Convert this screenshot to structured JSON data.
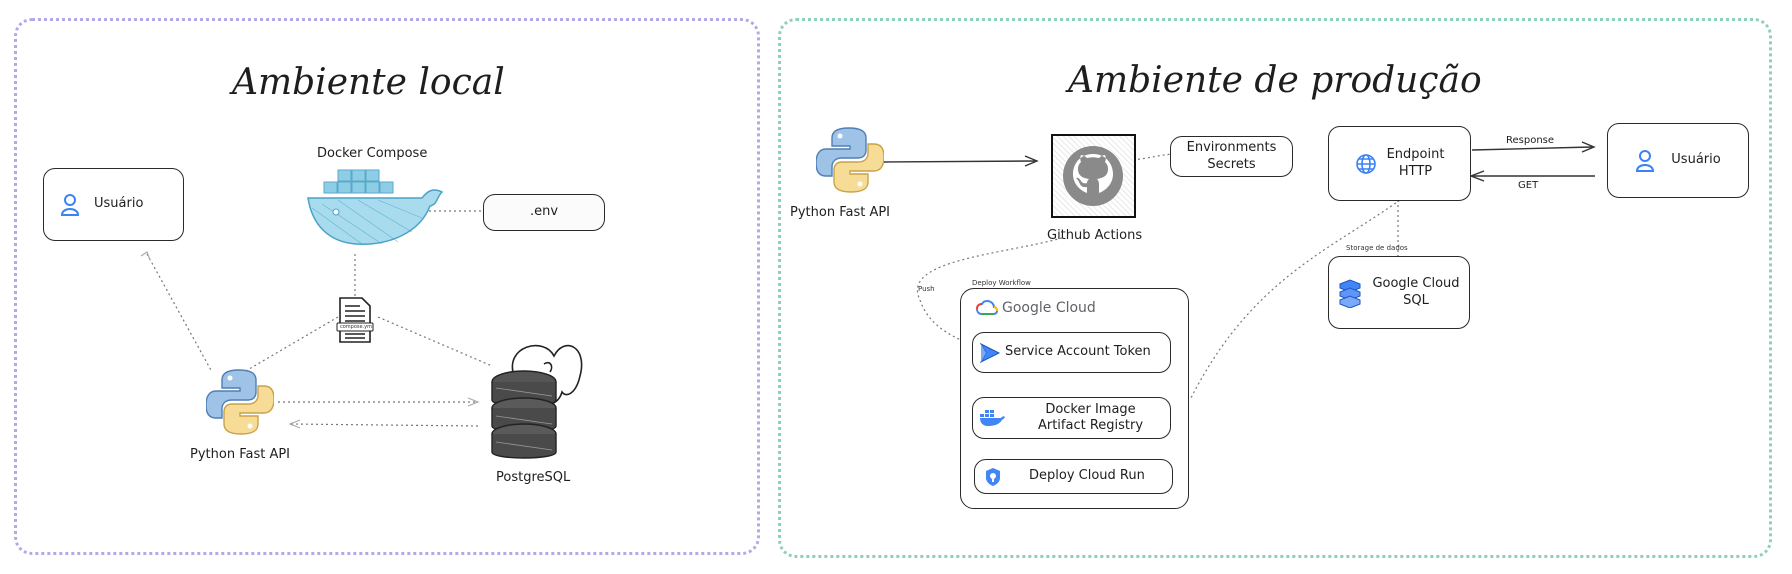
{
  "local": {
    "title": "Ambiente local",
    "usuario": "Usuário",
    "docker_compose": "Docker Compose",
    "env": ".env",
    "compose_file": "compose.yml",
    "python": "Python Fast API",
    "postgres": "PostgreSQL"
  },
  "prod": {
    "title": "Ambiente de produção",
    "python": "Python Fast API",
    "github_actions": "Github Actions",
    "env_secrets": "Environments\nSecrets",
    "endpoint": "Endpoint\nHTTP",
    "response": "Response",
    "get": "GET",
    "usuario": "Usuário",
    "storage": "Storage de dados",
    "cloud_sql": "Google Cloud\nSQL",
    "push": "Push",
    "deploy_workflow": "Deploy Workflow",
    "google_cloud": "Google Cloud",
    "service_account": "Service Account Token",
    "docker_image": "Docker Image\nArtifact Registry",
    "deploy_cloud_run": "Deploy Cloud Run"
  },
  "colors": {
    "local_border": "#b6a8e8",
    "prod_border": "#8fd1b6",
    "docker_blue": "#7fc4e0",
    "python_blue": "#7aa7d6",
    "python_yellow": "#f3cf7a",
    "gcp_blue": "#4285f4",
    "user_icon": "#3b82f6"
  }
}
